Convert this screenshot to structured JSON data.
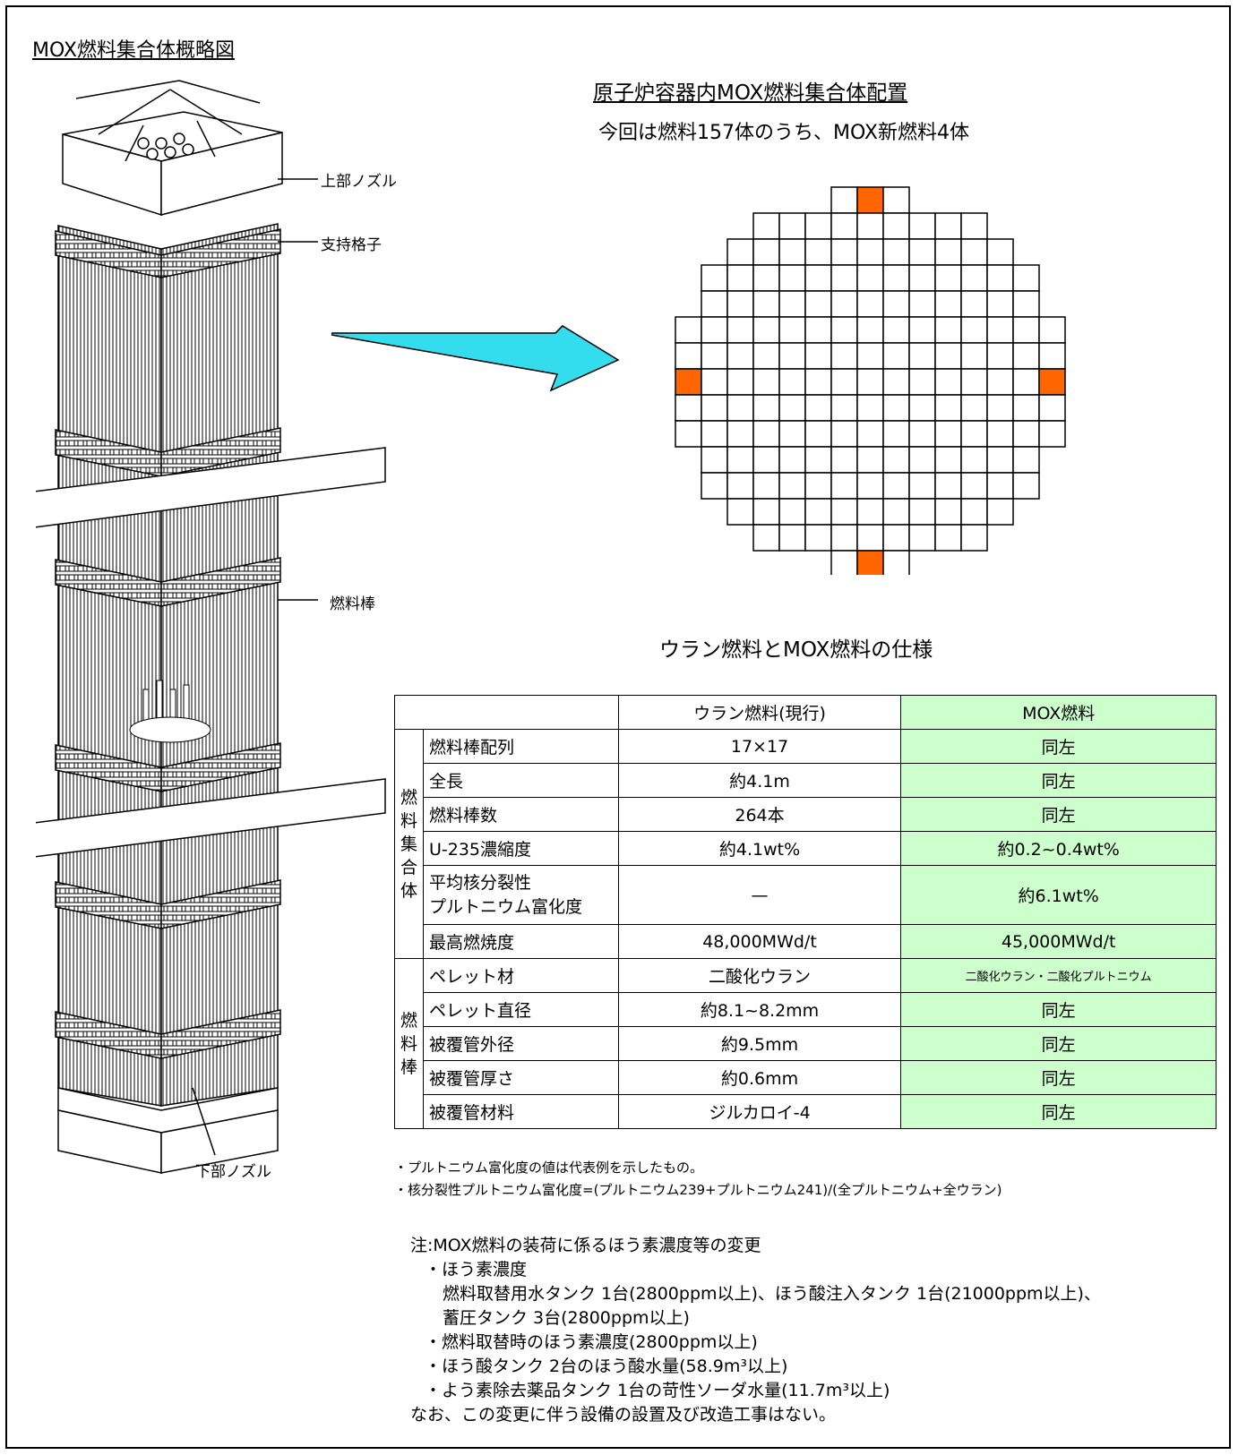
{
  "left_title": "MOX燃料集合体概略図",
  "assembly_labels": {
    "top_nozzle": "上部ノズル",
    "grid": "支持格子",
    "fuel_rod": "燃料棒",
    "bottom_nozzle": "下部ノズル"
  },
  "core_title": "原子炉容器内MOX燃料集合体配置",
  "core_subtitle": "今回は燃料157体のうち、MOX新燃料4体",
  "core_layout": {
    "row_counts": [
      3,
      9,
      11,
      13,
      13,
      15,
      15,
      15,
      15,
      15,
      13,
      13,
      11,
      9,
      3
    ],
    "mox_positions": [
      [
        0,
        1
      ],
      [
        7,
        0
      ],
      [
        7,
        14
      ],
      [
        14,
        1
      ]
    ],
    "fuel_color": "#ffffff",
    "mox_color": "#ff6600"
  },
  "arrow_color": "#33ddee",
  "table_title": "ウラン燃料とMOX燃料の仕様",
  "table": {
    "header": [
      "",
      "ウラン燃料(現行)",
      "MOX燃料"
    ],
    "assembly_group": "燃料集合体",
    "assembly_rows": [
      [
        "燃料棒配列",
        "17×17",
        "同左"
      ],
      [
        "全長",
        "約4.1m",
        "同左"
      ],
      [
        "燃料棒数",
        "264本",
        "同左"
      ],
      [
        "U-235濃縮度",
        "約4.1wt%",
        "約0.2~0.4wt%"
      ],
      [
        "平均核分裂性\nプルトニウム富化度",
        "—",
        "約6.1wt%"
      ],
      [
        "最高燃焼度",
        "48,000MWd/t",
        "45,000MWd/t"
      ]
    ],
    "rod_group": "燃料棒",
    "rod_rows": [
      [
        "ペレット材",
        "二酸化ウラン",
        "二酸化ウラン・二酸化プルトニウム"
      ],
      [
        "ペレット直径",
        "約8.1~8.2mm",
        "同左"
      ],
      [
        "被覆管外径",
        "約9.5mm",
        "同左"
      ],
      [
        "被覆管厚さ",
        "約0.6mm",
        "同左"
      ],
      [
        "被覆管材料",
        "ジルカロイ-4",
        "同左"
      ]
    ],
    "mox_bg": "#ccffcc"
  },
  "footnotes": [
    "・プルトニウム富化度の値は代表例を示したもの。",
    "・核分裂性プルトニウム富化度=(プルトニウム239+プルトニウム241)/(全プルトニウム+全ウラン)"
  ],
  "notes": {
    "heading": "注:MOX燃料の装荷に係るほう素濃度等の変更",
    "items": [
      "・ほう素濃度",
      "燃料取替用水タンク 1台(2800ppm以上)、ほう酸注入タンク 1台(21000ppm以上)、",
      "蓄圧タンク 3台(2800ppm以上)",
      "・燃料取替時のほう素濃度(2800ppm以上)",
      "・ほう酸タンク 2台のほう酸水量(58.9m³以上)",
      "・よう素除去薬品タンク 1台の苛性ソーダ水量(11.7m³以上)",
      "なお、この変更に伴う設備の設置及び改造工事はない。"
    ]
  }
}
